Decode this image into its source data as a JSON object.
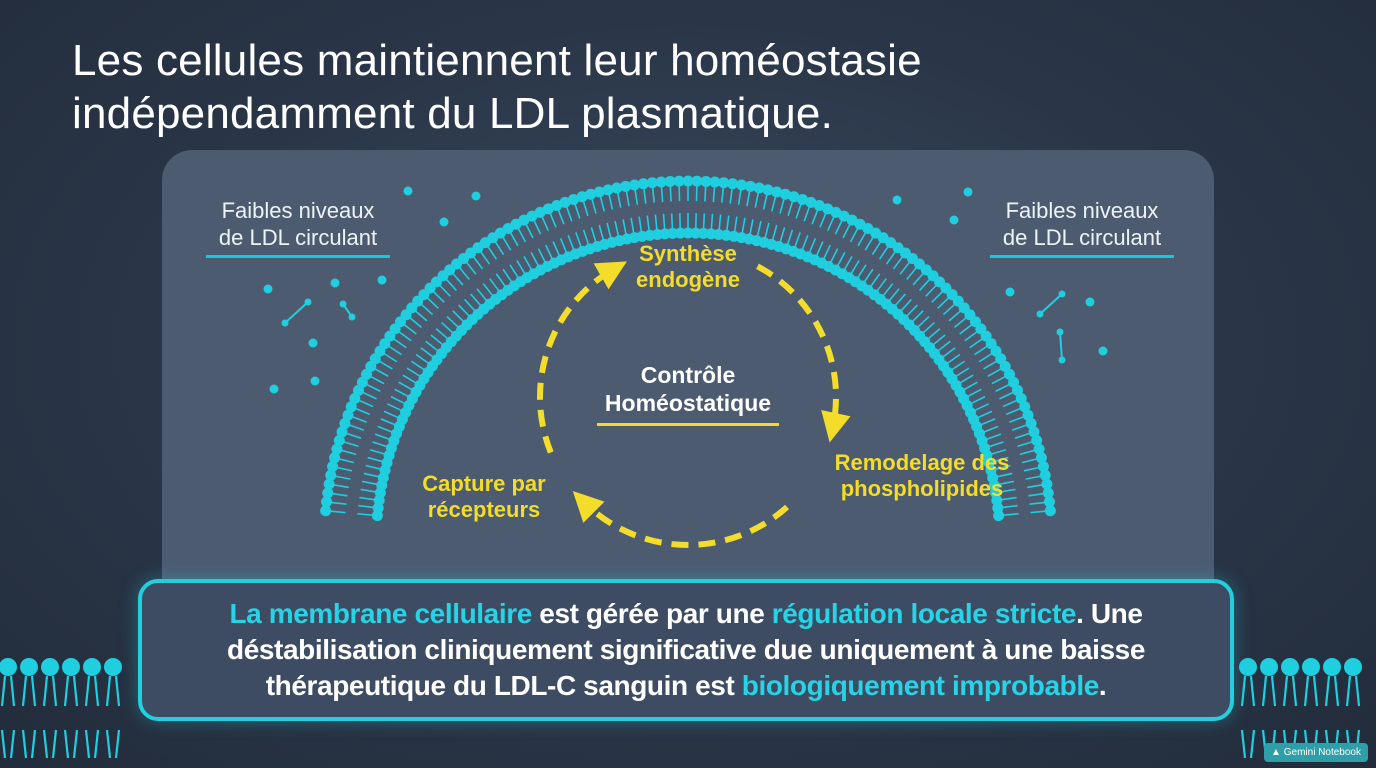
{
  "title": {
    "line1": "Les cellules maintiennent leur homéostasie",
    "line2": "indépendamment du LDL plasmatique."
  },
  "left_tag": {
    "line1": "Faibles niveaux",
    "line2": "de LDL circulant"
  },
  "right_tag": {
    "line1": "Faibles niveaux",
    "line2": "de LDL circulant"
  },
  "cycle": {
    "center": {
      "line1": "Contrôle",
      "line2": "Homéostatique"
    },
    "step_top": {
      "line1": "Synthèse",
      "line2": "endogène"
    },
    "step_right": {
      "line1": "Remodelage des",
      "line2": "phospholipides"
    },
    "step_left": {
      "line1": "Capture par",
      "line2": "récepteurs"
    }
  },
  "callout": {
    "hl1": "La membrane cellulaire",
    "t1": " est gérée par une ",
    "hl2": "régulation locale stricte",
    "t2": ". Une déstabilisation cliniquement significative due uniquement à une baisse thérapeutique du LDL-C sanguin est ",
    "hl3": "biologiquement improbable",
    "t3": "."
  },
  "badge": {
    "label": "Gemini Notebook"
  },
  "colors": {
    "membrane": "#1fcfdf",
    "cycle": "#f3dc2a",
    "background": "#2a3648",
    "panel": "#4c5b70"
  },
  "icons": {
    "badge_icon": "notebook-icon",
    "particles": "ldl-particle-icon"
  }
}
